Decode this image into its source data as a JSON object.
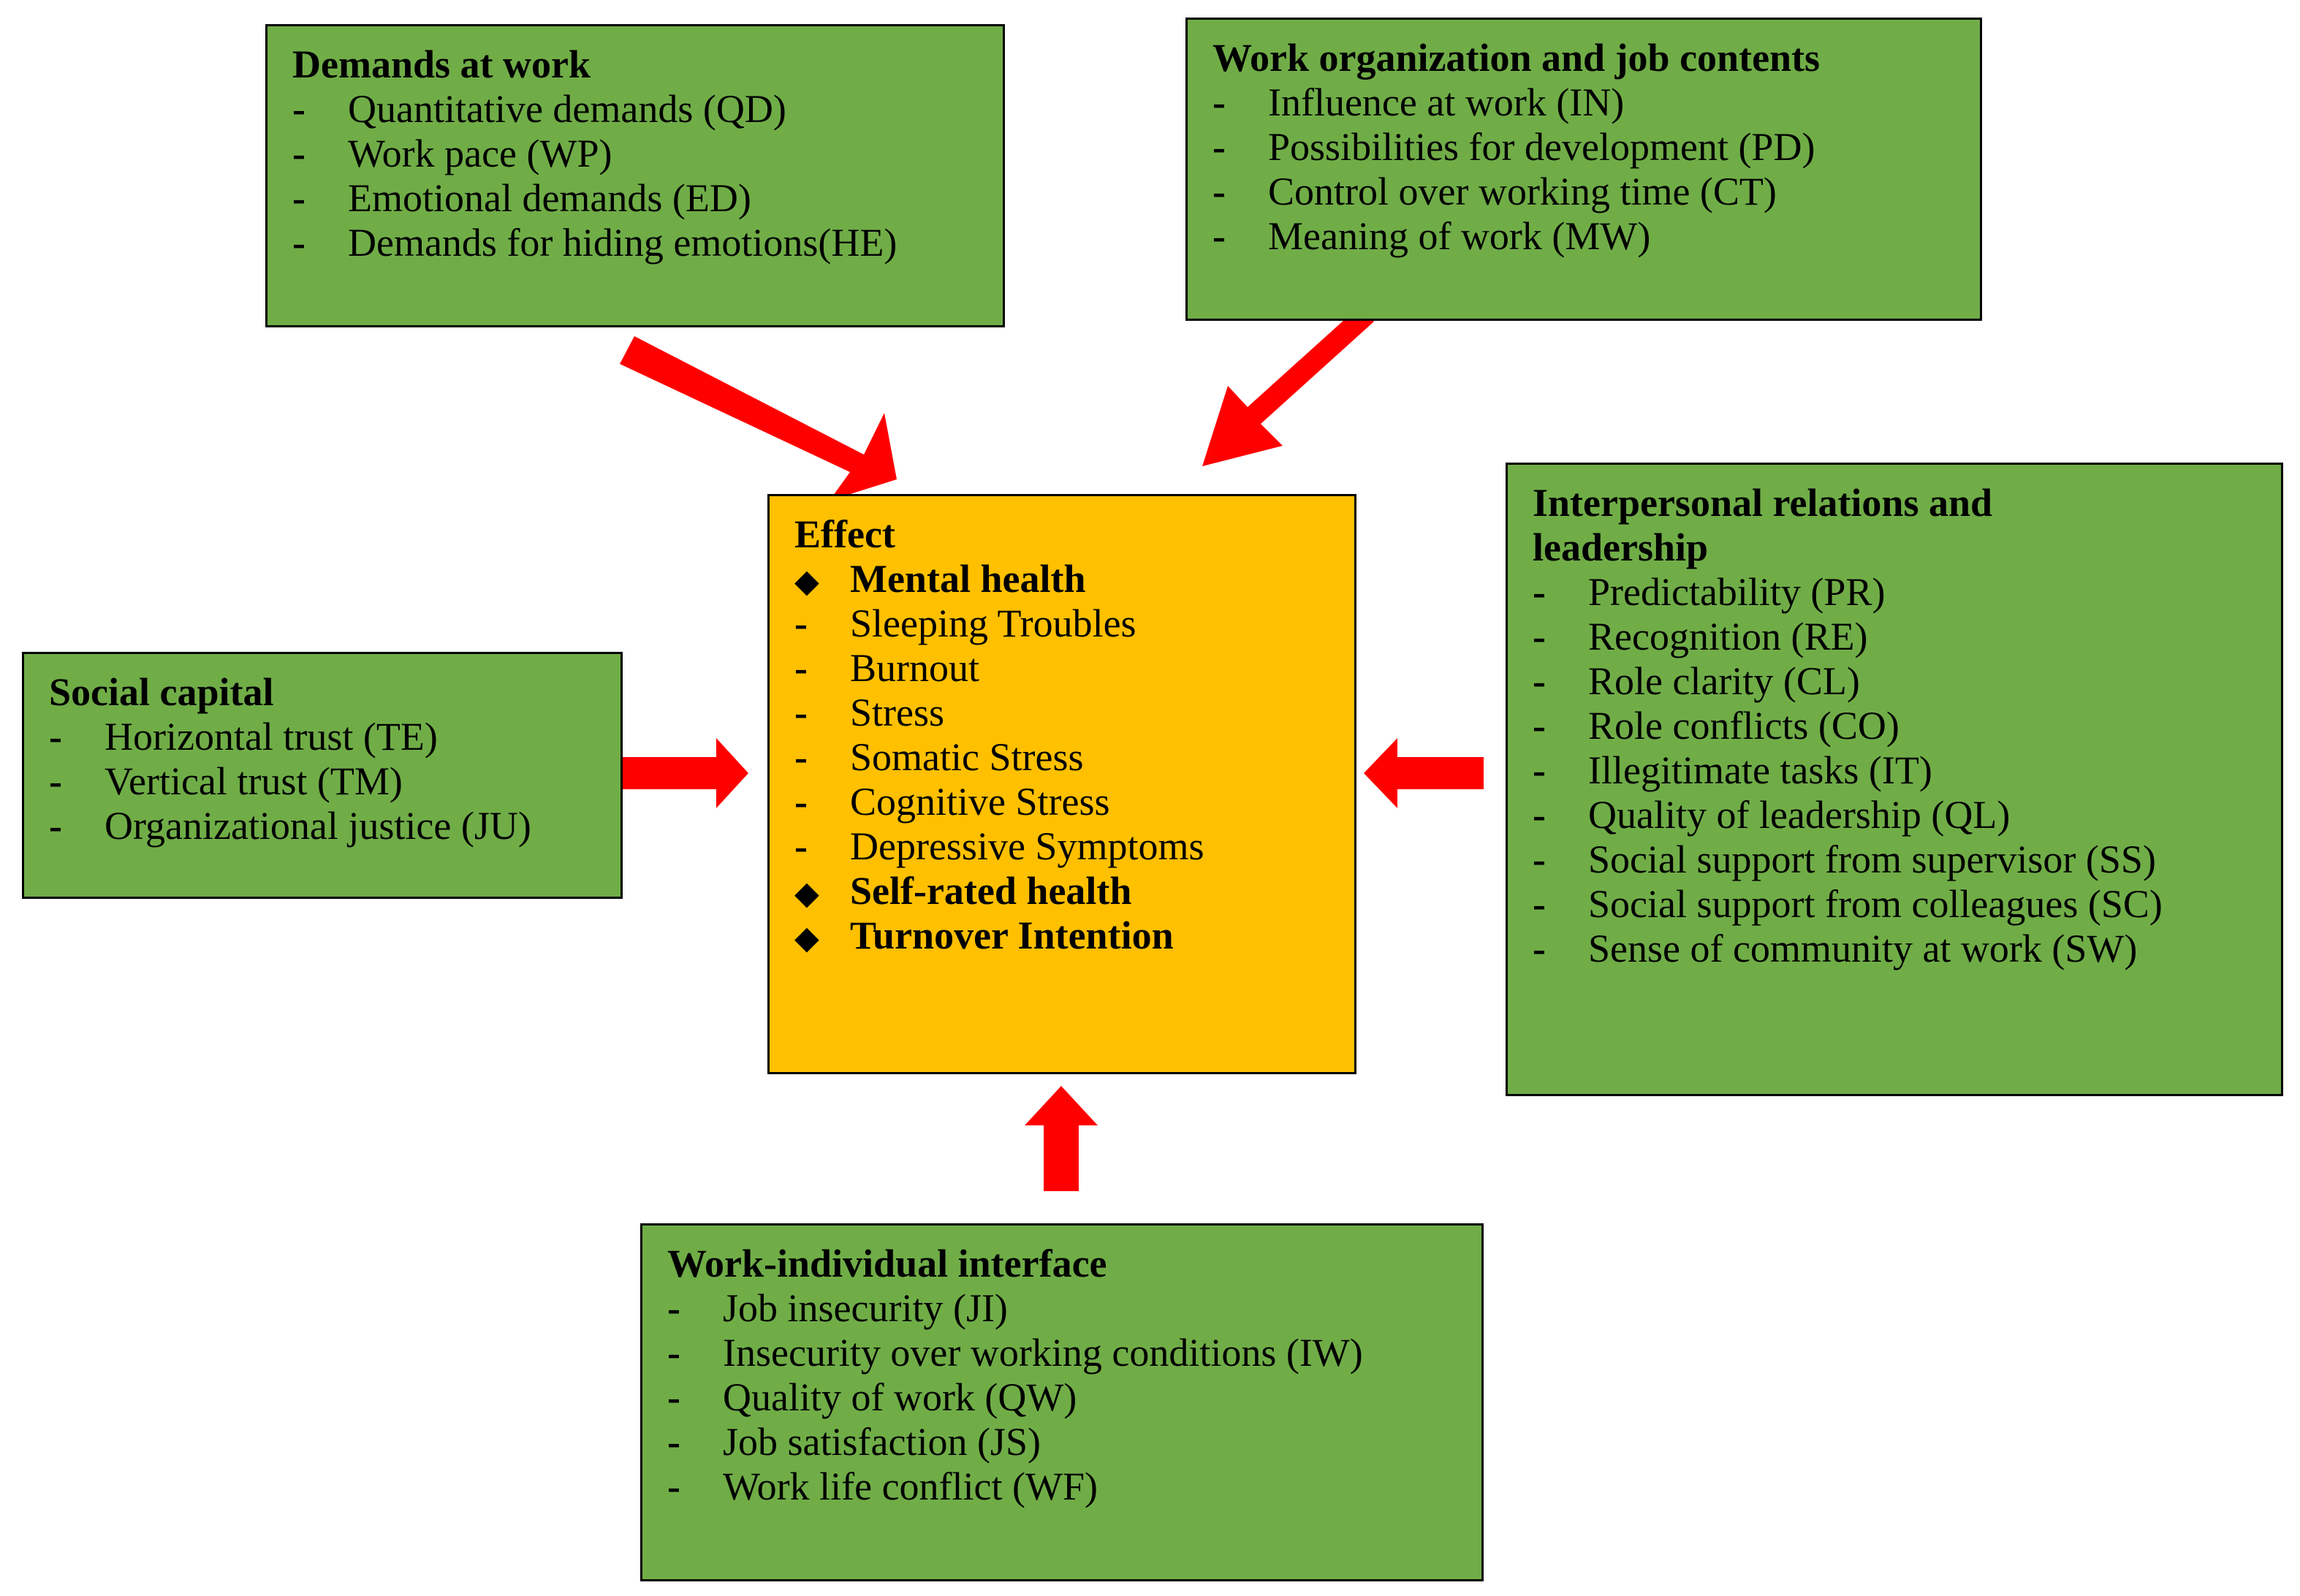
{
  "colors": {
    "box_fill_green": "#70ad47",
    "box_fill_effect": "#ffc000",
    "arrow": "#ff0000",
    "border": "#000000"
  },
  "demands": {
    "title": "Demands at work",
    "items": [
      "Quantitative demands (QD)",
      "Work pace (WP)",
      "Emotional demands (ED)",
      "Demands for hiding emotions(HE)"
    ]
  },
  "work_org": {
    "title": "Work organization and job contents",
    "items": [
      "Influence at work (IN)",
      "Possibilities for development (PD)",
      "Control over working time (CT)",
      "Meaning of work (MW)"
    ]
  },
  "social_capital": {
    "title": "Social capital",
    "items": [
      "Horizontal trust (TE)",
      "Vertical trust (TM)",
      "Organizational justice (JU)"
    ]
  },
  "interpersonal": {
    "title_line1": "Interpersonal relations and",
    "title_line2": "leadership",
    "items": [
      "Predictability (PR)",
      "Recognition (RE)",
      "Role clarity (CL)",
      "Role conflicts (CO)",
      "Illegitimate tasks (IT)",
      "Quality of leadership (QL)",
      "Social support from supervisor (SS)",
      "Social support from colleagues (SC)",
      "Sense of community at work (SW)"
    ]
  },
  "effect": {
    "title": "Effect",
    "mental_health": "Mental health",
    "mental_items": [
      "Sleeping Troubles",
      "Burnout",
      "Stress",
      "Somatic Stress",
      "Cognitive Stress",
      "Depressive Symptoms"
    ],
    "self_rated": "Self-rated health",
    "turnover": "Turnover Intention"
  },
  "work_individual": {
    "title": "Work-individual interface",
    "items": [
      "Job insecurity (JI)",
      "Insecurity over working conditions (IW)",
      "Quality of work (QW)",
      "Job satisfaction (JS)",
      "Work life conflict (WF)"
    ]
  },
  "markers": {
    "dash": "-",
    "diamond": "◆"
  }
}
